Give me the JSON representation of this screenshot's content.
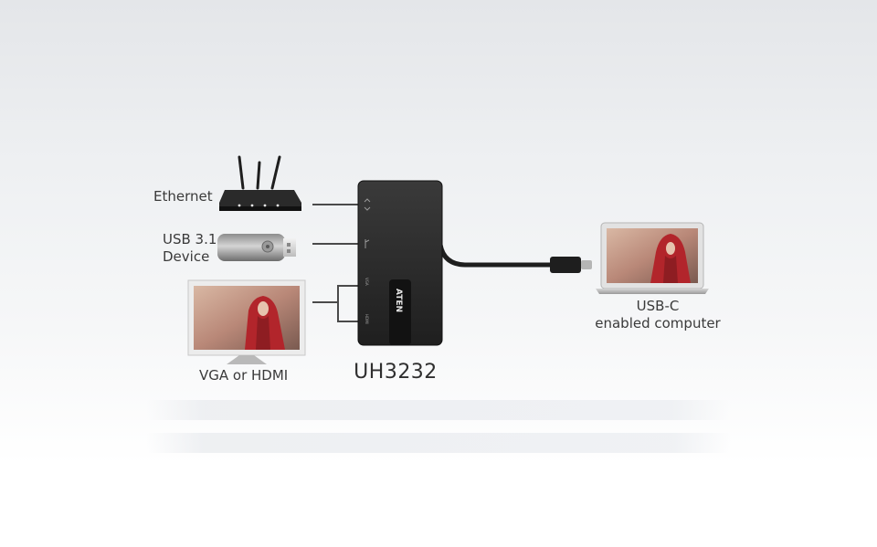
{
  "labels": {
    "ethernet": "Ethernet",
    "usb_device": "USB 3.1\nDevice",
    "display": "VGA or HDMI",
    "computer": "USB-C\nenabled computer",
    "model": "UH3232"
  },
  "device": {
    "brand": "ATEN",
    "port_labels": [
      "VGA",
      "HDMI"
    ]
  },
  "colors": {
    "device_body": "#2b2b2b",
    "cable": "#1e1e1e",
    "connector_line": "#4a4a4a",
    "screen_accent": "#c0272d"
  }
}
